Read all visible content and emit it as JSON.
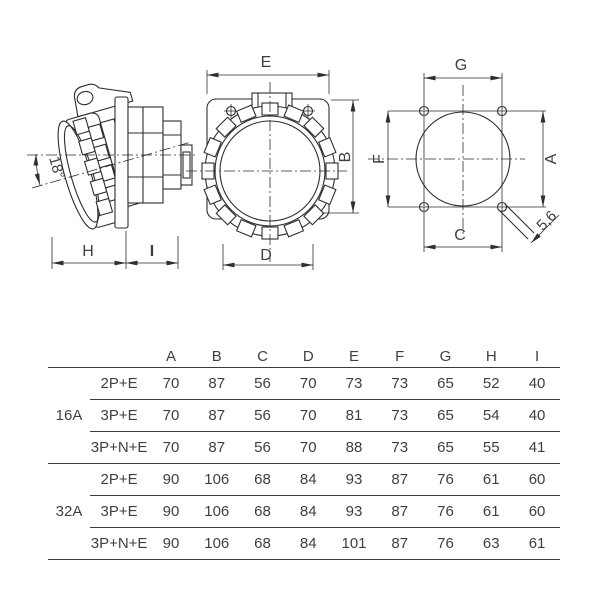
{
  "drawing": {
    "side_view": {
      "angle": "18°",
      "dim_h": "H",
      "dim_i": "I"
    },
    "front_view": {
      "dim_e": "E",
      "dim_b": "B",
      "dim_d": "D"
    },
    "rear_view": {
      "dim_g": "G",
      "dim_f": "F",
      "dim_a": "A",
      "dim_c": "C",
      "hole_diameter": "5,6"
    }
  },
  "table": {
    "columns": [
      "A",
      "B",
      "C",
      "D",
      "E",
      "F",
      "G",
      "H",
      "I"
    ],
    "groups": [
      {
        "label": "16A",
        "rows": [
          {
            "type": "2P+E",
            "values": [
              "70",
              "87",
              "56",
              "70",
              "73",
              "73",
              "65",
              "52",
              "40"
            ]
          },
          {
            "type": "3P+E",
            "values": [
              "70",
              "87",
              "56",
              "70",
              "81",
              "73",
              "65",
              "54",
              "40"
            ]
          },
          {
            "type": "3P+N+E",
            "values": [
              "70",
              "87",
              "56",
              "70",
              "88",
              "73",
              "65",
              "55",
              "41"
            ]
          }
        ]
      },
      {
        "label": "32A",
        "rows": [
          {
            "type": "2P+E",
            "values": [
              "90",
              "106",
              "68",
              "84",
              "93",
              "87",
              "76",
              "61",
              "60"
            ]
          },
          {
            "type": "3P+E",
            "values": [
              "90",
              "106",
              "68",
              "84",
              "93",
              "87",
              "76",
              "61",
              "60"
            ]
          },
          {
            "type": "3P+N+E",
            "values": [
              "90",
              "106",
              "68",
              "84",
              "101",
              "87",
              "76",
              "63",
              "61"
            ]
          }
        ]
      }
    ]
  },
  "colors": {
    "line": "#2e2e2e",
    "text": "#3f3f3f",
    "background": "#ffffff"
  }
}
